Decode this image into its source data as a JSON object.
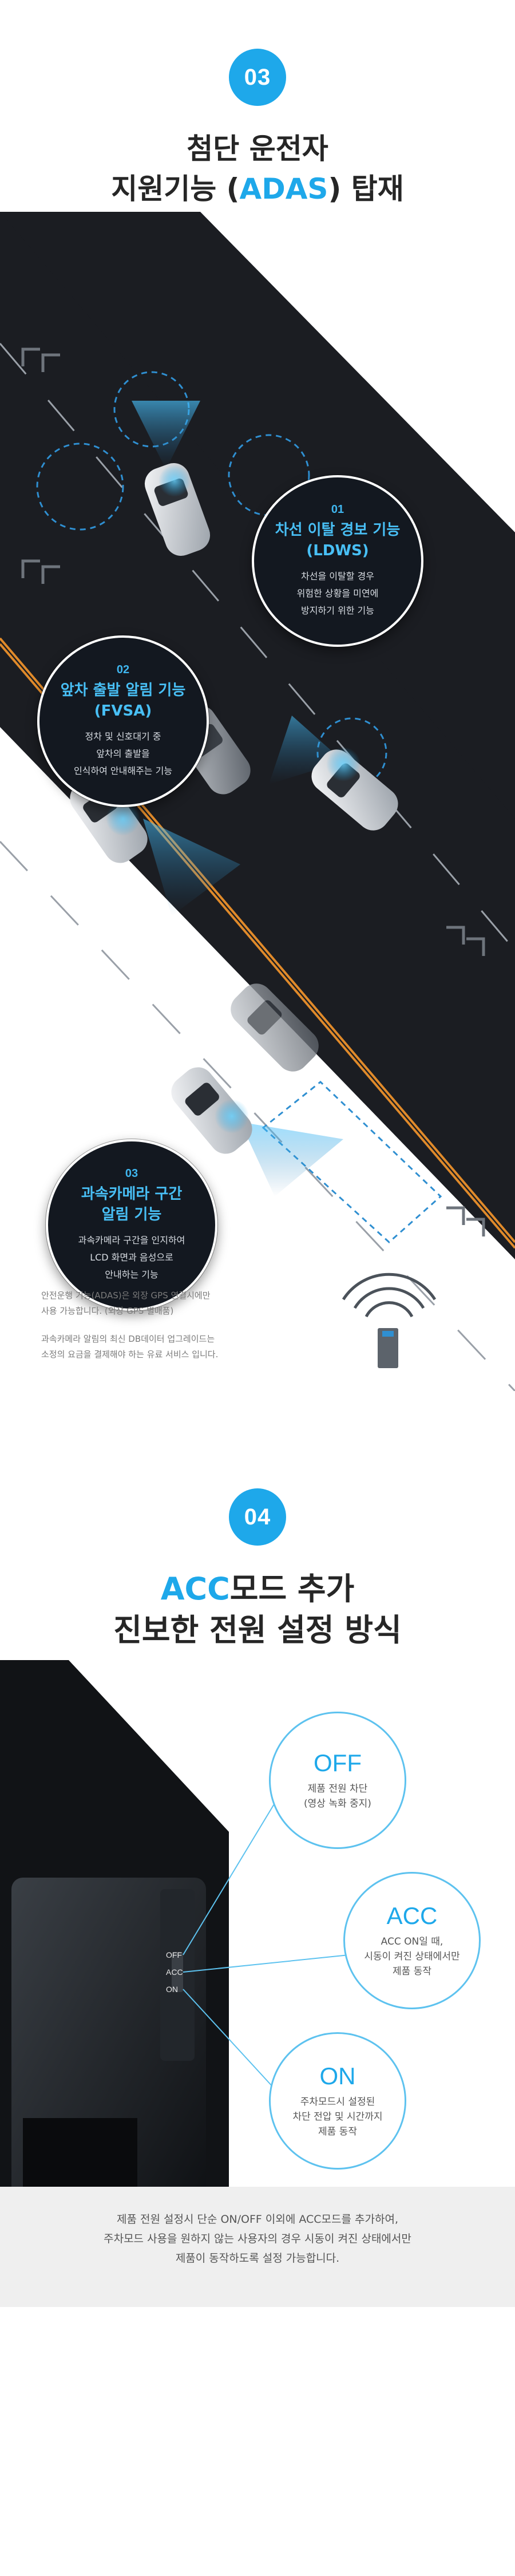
{
  "sec03": {
    "badge": "03",
    "title_line1": "첨단 운전자",
    "title_prefix": "지원기능 (",
    "title_accent": "ADAS",
    "title_suffix": ") 탑재",
    "features": [
      {
        "num": "01",
        "title1": "차선 이탈 경보 기능",
        "title2": "(LDWS)",
        "desc1": "차선을 이탈할 경우",
        "desc2": "위험한 상황을 미연에",
        "desc3": "방지하기 위한 기능"
      },
      {
        "num": "02",
        "title1": "앞차 출발 알림 기능",
        "title2": "(FVSA)",
        "desc1": "정차 및 신호대기 중",
        "desc2": "앞차의 출발을",
        "desc3": "인식하여 안내해주는 기능"
      },
      {
        "num": "03",
        "title1": "과속카메라 구간",
        "title2": "알림 기능",
        "desc1": "과속카메라 구간을 인지하여",
        "desc2": "LCD 화면과 음성으로",
        "desc3": "안내하는 기능"
      }
    ],
    "notes": {
      "line1": "안전운행 기능(ADAS)은 외장 GPS 연결시에만",
      "line2": "사용 가능합니다. (외장 GPS 별매품)",
      "line3": "과속카메라 알림의 최신 DB데이터 업그레이드는",
      "line4": "소정의 요금을 결제해야 하는 유료 서비스 입니다."
    },
    "colors": {
      "road": "#1b1d22",
      "accent": "#1ea8ea",
      "lane_yellow": "#e08a2a"
    }
  },
  "sec04": {
    "badge": "04",
    "title_accent": "ACC",
    "title_line1_suffix": "모드 추가",
    "title_line2": "진보한 전원 설정 방식",
    "modes": [
      {
        "name": "OFF",
        "desc1": "제품 전원 차단",
        "desc2": "(영상 녹화 중지)"
      },
      {
        "name": "ACC",
        "desc1": "ACC ON일 때,",
        "desc2": "시동이 켜진 상태에서만",
        "desc3": "제품 동작"
      },
      {
        "name": "ON",
        "desc1": "주차모드시 설정된",
        "desc2": "차단 전압 및 시간까지",
        "desc3": "제품 동작"
      }
    ],
    "switch_labels": {
      "off": "OFF",
      "acc": "ACC",
      "on": "ON"
    },
    "bottom_text": {
      "line1": "제품 전원 설정시 단순 ON/OFF 이외에 ACC모드를 추가하여,",
      "line2": "주차모드 사용을 원하지 않는 사용자의 경우 시동이 켜진 상태에서만",
      "line3": "제품이 동작하도록 설정 가능합니다."
    }
  }
}
